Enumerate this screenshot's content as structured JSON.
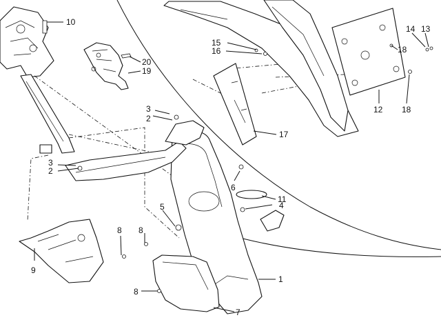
{
  "callouts": [
    "1",
    "2",
    "2",
    "3",
    "3",
    "4",
    "5",
    "6",
    "7",
    "8",
    "8",
    "8",
    "9",
    "10",
    "11",
    "12",
    "13",
    "14",
    "15",
    "16",
    "17",
    "18",
    "18",
    "19",
    "20"
  ]
}
